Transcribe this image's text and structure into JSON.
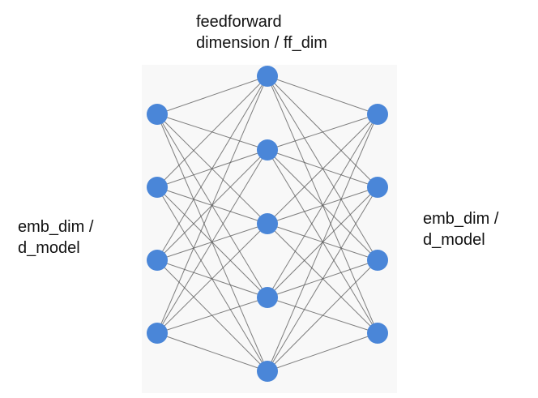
{
  "labels": {
    "top": [
      "feedforward",
      "dimension / ff_dim"
    ],
    "left": [
      "emb_dim /",
      "d_model"
    ],
    "right": [
      "emb_dim /",
      "d_model"
    ]
  },
  "network": {
    "layers": [
      {
        "nodes": 4
      },
      {
        "nodes": 5
      },
      {
        "nodes": 4
      }
    ],
    "node_color": "#4a86d8",
    "edge_color": "#555555",
    "background_color": "#f8f8f8"
  }
}
